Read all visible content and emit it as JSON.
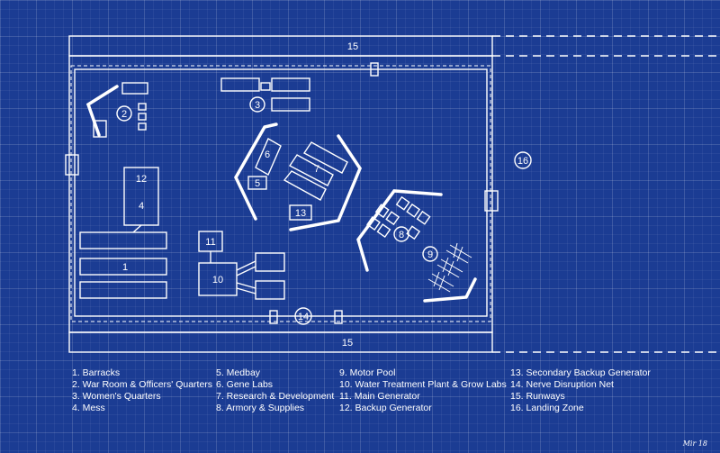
{
  "map_labels": {
    "runway_top": "15",
    "runway_bottom": "15",
    "barracks": "1",
    "war_room": "2",
    "womens_quarters": "3",
    "mess": "4",
    "medbay": "5",
    "gene_labs": "6",
    "research": "7",
    "armory": "8",
    "motor_pool": "9",
    "water_treatment": "10",
    "main_generator": "11",
    "backup_generator": "12",
    "secondary_backup_generator": "13",
    "nerve_disruption_net": "14",
    "landing_zone": "16"
  },
  "legend": {
    "col1": [
      "1. Barracks",
      "2. War Room & Officers' Quarters",
      "3. Women's Quarters",
      "4. Mess"
    ],
    "col2": [
      "5. Medbay",
      "6. Gene Labs",
      "7. Research & Development",
      "8. Armory & Supplies"
    ],
    "col3": [
      "9. Motor Pool",
      "10. Water Treatment Plant & Grow Labs",
      "11. Main Generator",
      "12. Backup Generator"
    ],
    "col4": [
      "13. Secondary Backup Generator",
      "14. Nerve Disruption Net",
      "15. Runways",
      "16. Landing Zone"
    ]
  },
  "signature": "Mir 18",
  "colors": {
    "background": "#1b3c93",
    "lines": "#ffffff"
  }
}
